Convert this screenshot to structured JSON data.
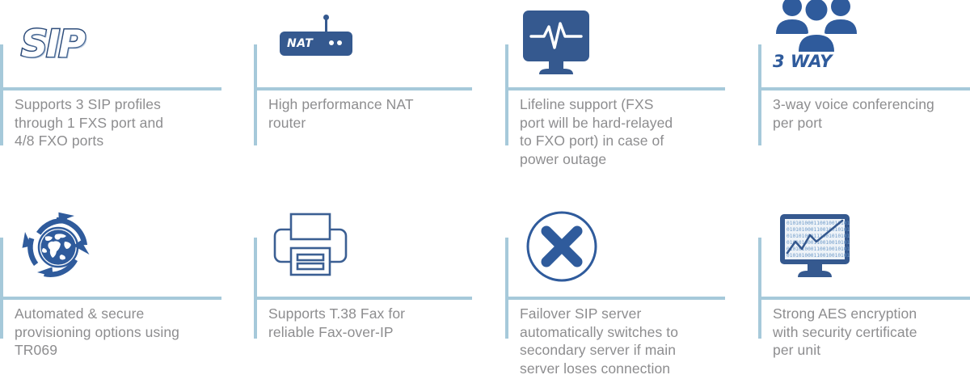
{
  "theme": {
    "accent_blue": "#35598f",
    "icon_blue": "#2f5b9c",
    "rule_color": "#a6c9da",
    "text_gray": "#8d8d8f",
    "background": "#ffffff"
  },
  "features": [
    {
      "id": "sip-profiles",
      "icon": "sip-logo-icon",
      "icon_label": "SIP",
      "caption": "Supports 3 SIP profiles\nthrough 1 FXS port and\n4/8 FXO ports"
    },
    {
      "id": "nat-router",
      "icon": "nat-router-icon",
      "icon_label": "NAT",
      "caption": "High performance NAT\nrouter"
    },
    {
      "id": "lifeline-support",
      "icon": "monitor-heartbeat-icon",
      "icon_label": "",
      "caption": "Lifeline support (FXS\nport will be hard-relayed\nto FXO port) in case of\npower outage"
    },
    {
      "id": "three-way-conferencing",
      "icon": "three-users-icon",
      "icon_label": "3 WAY",
      "caption": "3-way voice conferencing\nper port"
    },
    {
      "id": "auto-provisioning",
      "icon": "globe-refresh-icon",
      "icon_label": "",
      "caption": "Automated & secure\nprovisioning options using\nTR069"
    },
    {
      "id": "t38-fax",
      "icon": "printer-fax-icon",
      "icon_label": "",
      "caption": "Supports T.38 Fax for\nreliable Fax-over-IP"
    },
    {
      "id": "failover-sip-server",
      "icon": "circle-x-icon",
      "icon_label": "",
      "caption": "Failover SIP server\nautomatically switches to\nsecondary server if main\nserver loses connection"
    },
    {
      "id": "aes-encryption",
      "icon": "monitor-binary-chart-icon",
      "icon_label": "",
      "caption": "Strong AES encryption\nwith security certificate\nper unit"
    }
  ]
}
